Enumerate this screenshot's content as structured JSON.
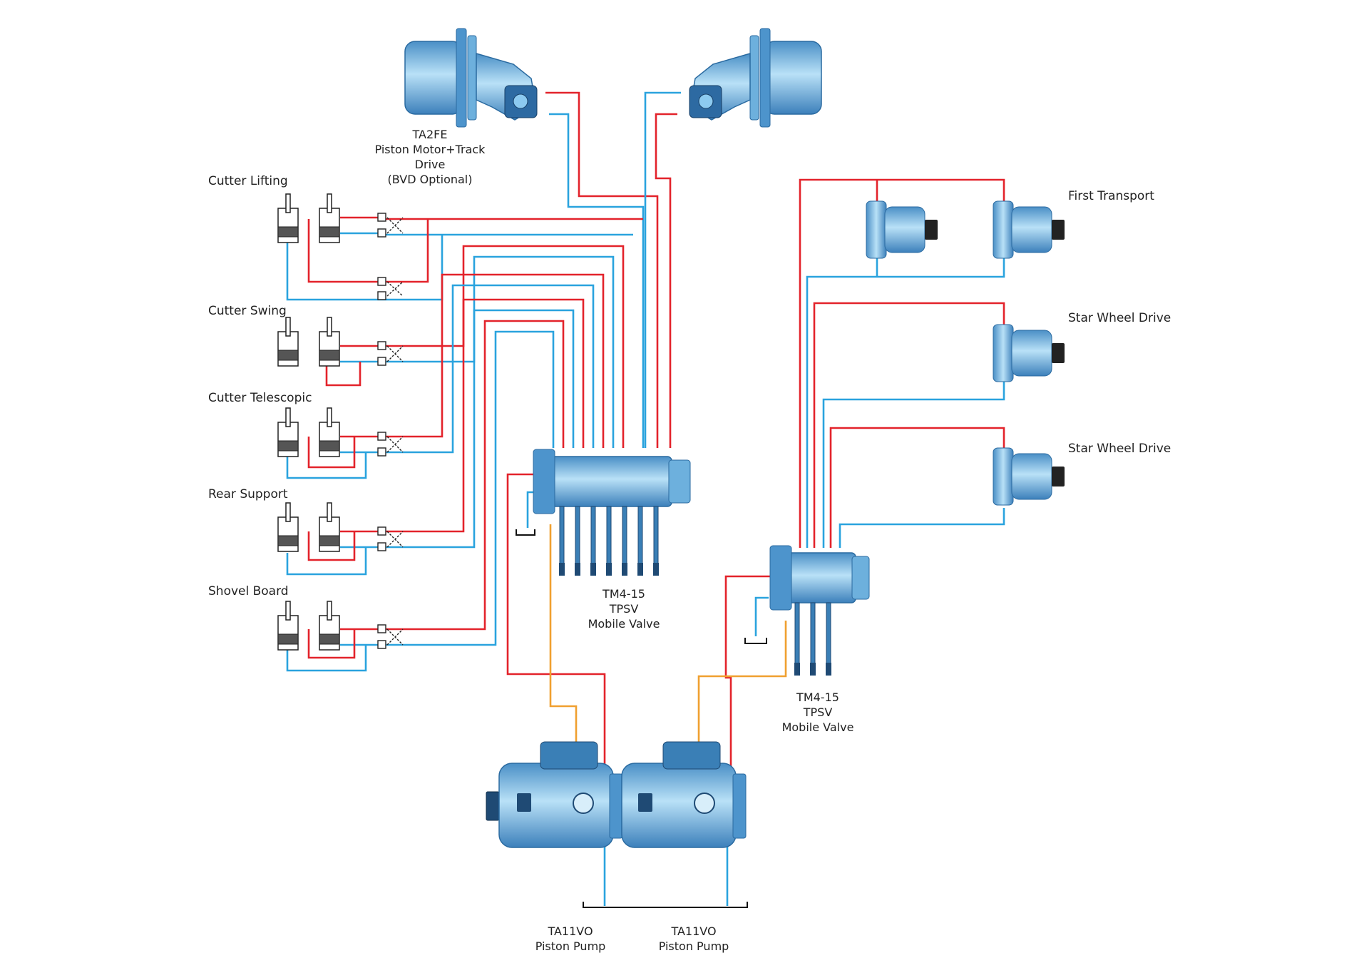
{
  "colors": {
    "pressure_line": "#e3232b",
    "return_line": "#2aa3de",
    "pilot_line": "#f0a030",
    "component_fill": "#7fc3ea",
    "component_dark": "#3a7fb6"
  },
  "track_motor": {
    "lines": [
      "TA2FE",
      "Piston Motor+Track",
      "Drive",
      "(BVD Optional)"
    ]
  },
  "cylinder_labels": {
    "cutter_lifting": "Cutter Lifting",
    "cutter_swing": "Cutter Swing",
    "cutter_telescopic": "Cutter Telescopic",
    "rear_support": "Rear Support",
    "shovel_board": "Shovel Board"
  },
  "motor_labels": {
    "first_transport": "First Transport",
    "star_wheel_drive_1": "Star Wheel Drive",
    "star_wheel_drive_2": "Star Wheel Drive"
  },
  "valve_main": {
    "lines": [
      "TM4-15",
      "TPSV",
      "Mobile Valve"
    ]
  },
  "valve_right": {
    "lines": [
      "TM4-15",
      "TPSV",
      "Mobile Valve"
    ]
  },
  "pump_left": {
    "lines": [
      "TA11VO",
      "Piston Pump"
    ]
  },
  "pump_right": {
    "lines": [
      "TA11VO",
      "Piston Pump"
    ]
  }
}
